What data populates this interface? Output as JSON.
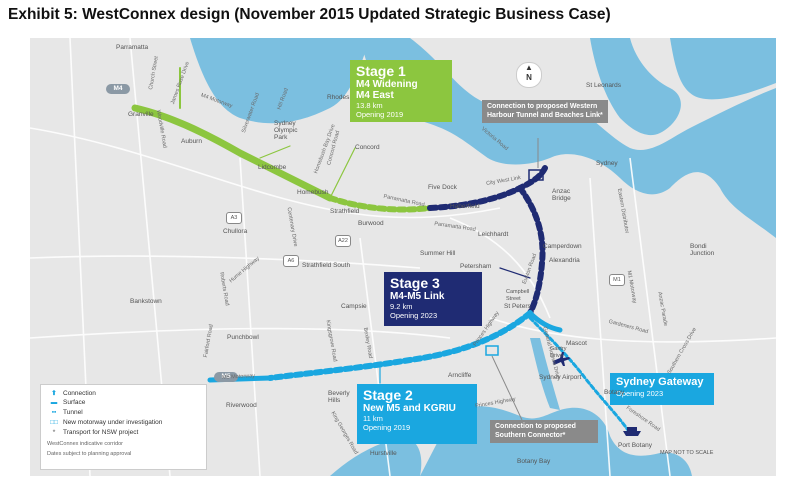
{
  "title": "Exhibit 5: WestConnex design (November 2015 Updated Strategic Business Case)",
  "colors": {
    "stage1": "#8cc63f",
    "stage3": "#1f2b73",
    "stage2": "#1aa7e0",
    "water": "#7bbfe0",
    "land": "#e6e6e6",
    "callout": "#8a8a8a"
  },
  "stages": {
    "stage1": {
      "title": "Stage 1",
      "sub1": "M4 Widening",
      "sub2": "M4 East",
      "length": "13.8 km",
      "opening": "Opening 2019"
    },
    "stage2": {
      "title": "Stage 2",
      "sub1": "New M5 and KGRIU",
      "length": "11 km",
      "opening": "Opening 2019"
    },
    "stage3": {
      "title": "Stage 3",
      "sub1": "M4-M5 Link",
      "length": "9.2 km",
      "opening": "Opening 2023"
    },
    "gateway": {
      "title": "Sydney Gateway",
      "opening": "Opening 2023"
    }
  },
  "callouts": {
    "western_harbour": "Connection to proposed Western Harbour Tunnel and Beaches Link*",
    "southern": "Connection to proposed Southern Connector*"
  },
  "shields": {
    "m4": "M4",
    "m5": "M5",
    "a3": "A3",
    "a6": "A6",
    "a22": "A22",
    "m1": "M1"
  },
  "north": "N",
  "legend": {
    "connection": "Connection",
    "surface": "Surface",
    "tunnel": "Tunnel",
    "investigation": "New motorway under investigation",
    "tfnsw": "Transport for NSW project",
    "corridor": "WestConnex indicative corridor",
    "dates": "Dates subject to planning approval"
  },
  "map_note": "MAP NOT TO SCALE",
  "places": {
    "parramatta": "Parramatta",
    "granville": "Granville",
    "auburn": "Auburn",
    "lidcombe": "Lidcombe",
    "homebush": "Homebush",
    "rhodes": "Rhodes",
    "sydney_olympic_park": "Sydney Olympic Park",
    "concord": "Concord",
    "strathfield": "Strathfield",
    "burwood": "Burwood",
    "five_dock": "Five Dock",
    "haberfield": "Haberfield",
    "chullora": "Chullora",
    "strathfield_south": "Strathfield South",
    "summer_hill": "Summer Hill",
    "leichhardt": "Leichhardt",
    "anzac_bridge": "Anzac Bridge",
    "sydney": "Sydney",
    "st_leonards": "St Leonards",
    "camperdown": "Camperdown",
    "alexandria": "Alexandria",
    "petersham": "Petersham",
    "campsie": "Campsie",
    "bankstown": "Bankstown",
    "punchbowl": "Punchbowl",
    "riverwood": "Riverwood",
    "beverly_hills": "Beverly Hills",
    "arncliffe": "Arncliffe",
    "hurstville": "Hurstville",
    "sydney_airport": "Sydney Airport",
    "mascot": "Mascot",
    "botany": "Botany",
    "port_botany": "Port Botany",
    "botany_bay": "Botany Bay",
    "bondi_junction": "Bondi Junction",
    "st_peters": "St Peters",
    "campbell_street": "Campbell Street",
    "gantry_drive": "Gantry Drive"
  },
  "roads": {
    "m4_motorway": "M4 Motorway",
    "m5_motorway": "M5 Motorway",
    "parramatta_road": "Parramatta Road",
    "victoria_road": "Victoria Road",
    "gardeners_road": "Gardeners Road",
    "foreshore_road": "Foreshore Road",
    "princes_highway": "Princes Highway",
    "hume_highway": "Hume Highway",
    "canterbury_road": "Canterbury Road",
    "king_georges_road": "King Georges Road",
    "woodville_road": "Woodville Road",
    "james_ruse_drive": "James Ruse Drive",
    "centenary_drive": "Centenary Drive",
    "concord_road": "Concord Road",
    "homebush_bay_drive": "Homebush Bay Drive",
    "church_street": "Church Street",
    "silverwater_road": "Silverwater Road",
    "hill_road": "Hill Road",
    "roberts_road": "Roberts Road",
    "fairford_road": "Fairford Road",
    "kingsgrove_road": "Kingsgrove Road",
    "bexley_road": "Bexley Road",
    "anzac_parade": "Anzac Parade",
    "eastern_distributor": "Eastern Distributor",
    "southern_cross_drive": "Southern Cross Drive",
    "general_holmes_drive": "General Holmes Drive",
    "euston_road": "Euston Road",
    "city_west_link": "City West Link",
    "m1_motorway": "M1 Motorway"
  }
}
